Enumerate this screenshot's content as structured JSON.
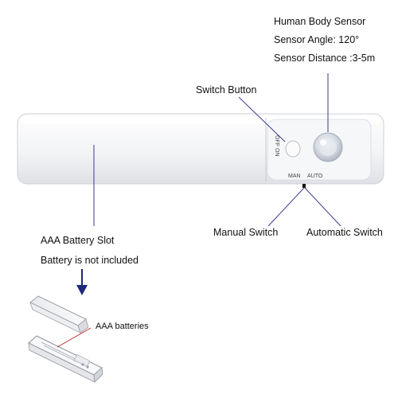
{
  "sensor": {
    "title": "Human Body Sensor",
    "angle": "Sensor Angle: 120°",
    "distance": "Sensor Distance :3-5m"
  },
  "callouts": {
    "switch_button": "Switch Button",
    "manual_switch": "Manual Switch",
    "automatic_switch": "Automatic Switch",
    "battery_slot": "AAA Battery Slot",
    "battery_note": "Battery is not included",
    "batteries": "AAA batteries"
  },
  "device": {
    "off_label": "OFF",
    "on_label": "ON",
    "man_label": "MAN",
    "auto_label": "AUTO"
  },
  "colors": {
    "leader_line": "#3b3d8f",
    "arrow": "#1d2a7a",
    "battery_leader": "#c0282a"
  }
}
